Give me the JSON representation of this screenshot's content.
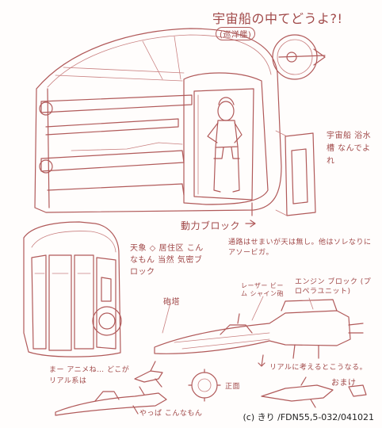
{
  "credit": "(c) きり /FDN55,5-032/041021",
  "labels": {
    "title": "宇宙船の中てどうよ?!",
    "title_sub": "(巡洋艦)",
    "side_note": "宇宙船 浴水槽 なんでよれ",
    "block_label": "動力ブロック",
    "corridor_note": "通路はせまいが天は無し。他はソレなりにアソービガ。",
    "residence_note": "天象 ◇ 居住区 こんなもん 当然 気密ブロック",
    "laser_label": "レーザー ビーム シャイン砲",
    "engine_label": "エンジン ブロック (プロペラユニット)",
    "turret_label": "砲塔",
    "real_note": "リアルに考えるとこうなる。",
    "front_label": "正面",
    "anime_note": "まー アニメね… どこがリアル系は",
    "bottom_note": "やっぱ こんなもん",
    "bonus_note": "おまけ"
  },
  "colors": {
    "ink": "#b15a5a",
    "light_ink": "#c98080",
    "text": "#a04848",
    "paper": "#fffdfc"
  }
}
